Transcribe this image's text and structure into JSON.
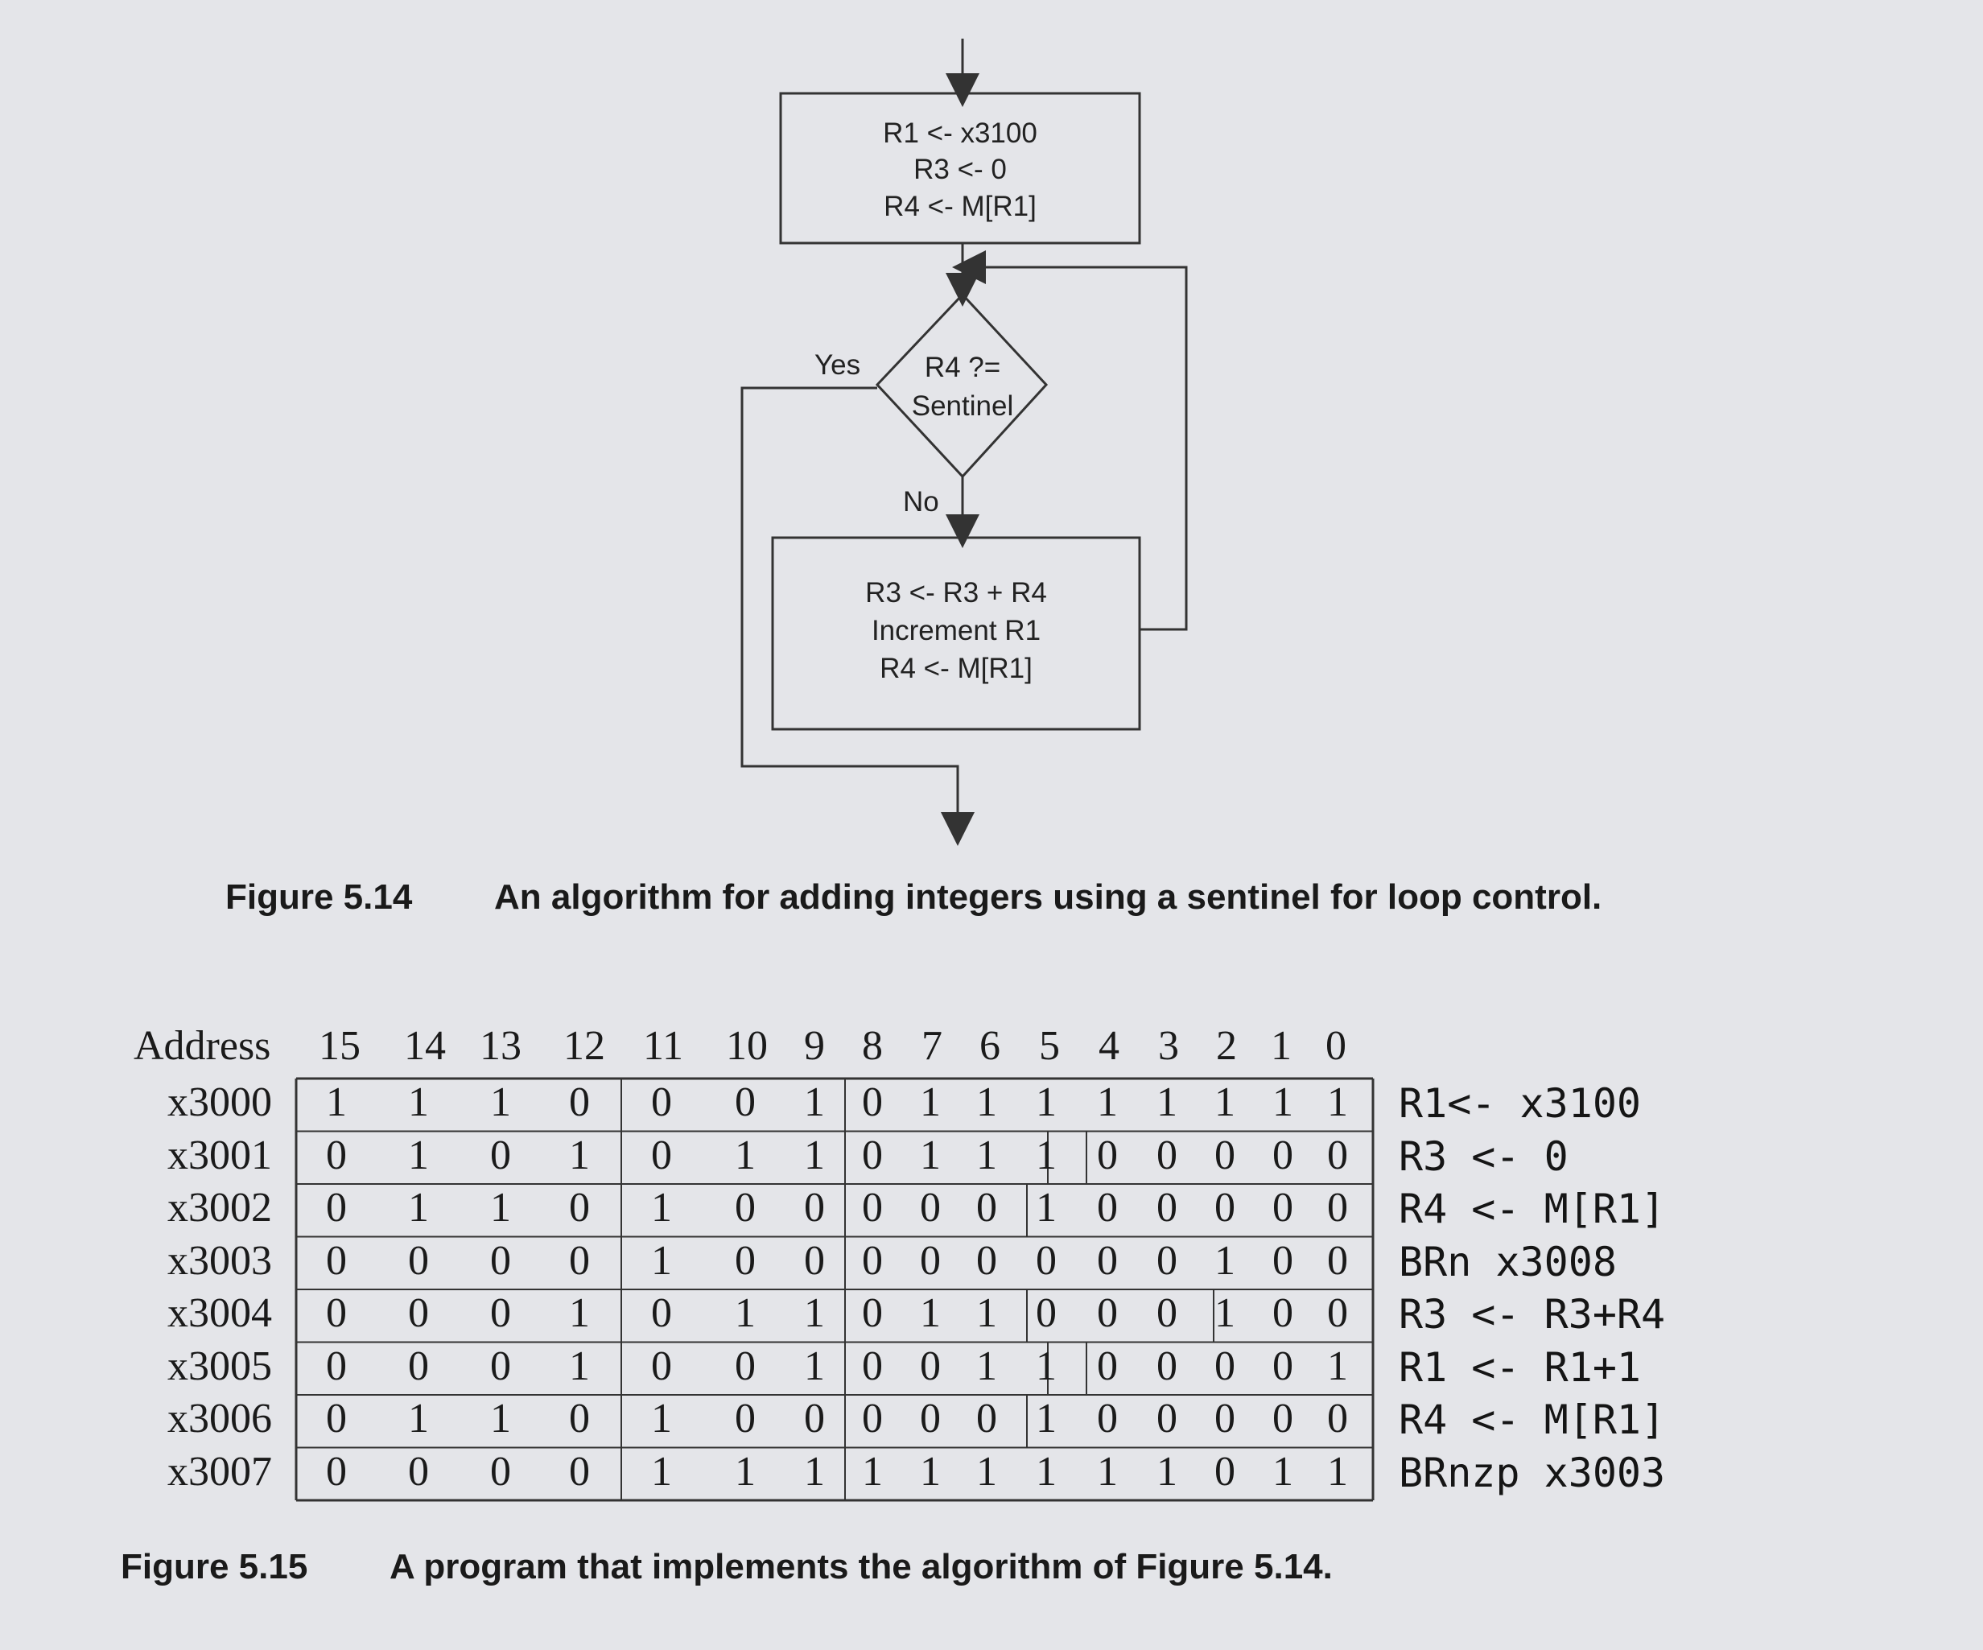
{
  "flowchart": {
    "init_box": [
      "R1 <- x3100",
      "R3 <- 0",
      "R4 <- M[R1]"
    ],
    "decision": [
      "R4 ?=",
      "Sentinel"
    ],
    "yes_label": "Yes",
    "no_label": "No",
    "body_box": [
      "R3 <- R3 + R4",
      "Increment R1",
      "R4 <- M[R1]"
    ]
  },
  "figure_14": {
    "label": "Figure 5.14",
    "caption": "An algorithm for adding integers using a sentinel for loop control."
  },
  "table": {
    "address_header": "Address",
    "bit_headers": [
      "15",
      "14",
      "13",
      "12",
      "11",
      "10",
      "9",
      "8",
      "7",
      "6",
      "5",
      "4",
      "3",
      "2",
      "1",
      "0"
    ],
    "rows": [
      {
        "address": "x3000",
        "bits": "1110001011111111",
        "comment": "R1<- x3100"
      },
      {
        "address": "x3001",
        "bits": "0101011011100000",
        "comment": "R3 <- 0"
      },
      {
        "address": "x3002",
        "bits": "0110100000100000",
        "comment": "R4 <- M[R1]"
      },
      {
        "address": "x3003",
        "bits": "0000100000000100",
        "comment": "BRn x3008"
      },
      {
        "address": "x3004",
        "bits": "0001011011000100",
        "comment": "R3 <- R3+R4"
      },
      {
        "address": "x3005",
        "bits": "0001001001100001",
        "comment": "R1 <- R1+1"
      },
      {
        "address": "x3006",
        "bits": "0110100000100000",
        "comment": "R4 <- M[R1]"
      },
      {
        "address": "x3007",
        "bits": "0000111111111011",
        "comment": "BRnzp x3003"
      }
    ]
  },
  "figure_15": {
    "label": "Figure 5.15",
    "caption": "A program that implements the algorithm of Figure 5.14."
  }
}
